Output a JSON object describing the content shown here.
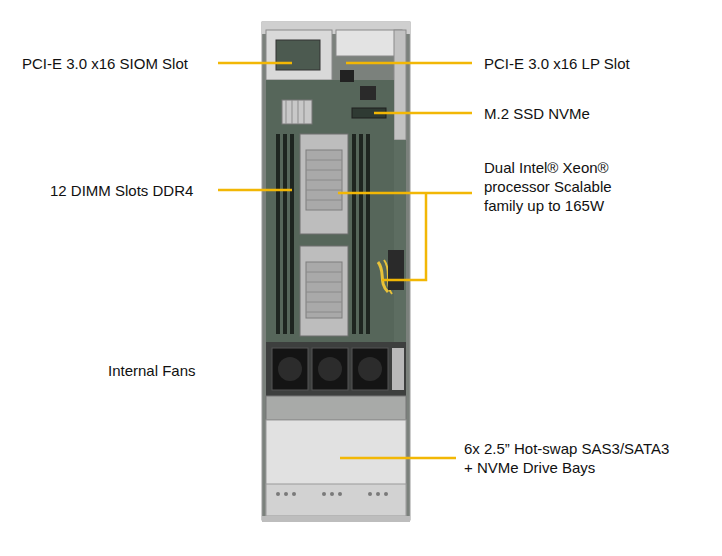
{
  "diagram": {
    "labels": [
      "PCI-E 3.0 x16 SIOM Slot",
      "PCI-E 3.0 x16 LP Slot",
      "M.2 SSD NVMe",
      "12 DIMM Slots DDR4",
      "Dual Intel® Xeon® processor Scalable family up to 165W",
      "Internal Fans",
      "6x 2.5” Hot-swap SAS3/SATA3 + NVMe Drive Bays"
    ]
  }
}
